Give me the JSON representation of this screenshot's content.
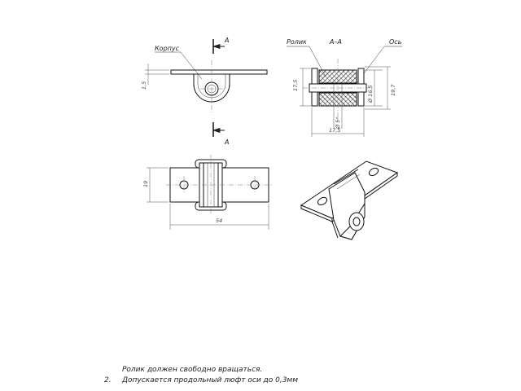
{
  "labels": {
    "korpus": "Корпус",
    "rolik": "Ролик",
    "os": "Ось",
    "section_title": "А–А",
    "cut_a_top": "А",
    "cut_a_bottom": "А"
  },
  "dimensions": {
    "front_height": "1,5",
    "section_height_left": "17,5",
    "section_dia_outer": "Ø 16,5",
    "section_height_right": "19,7",
    "section_dia_axle": "Ø 5*",
    "section_width": "17,5",
    "plan_height": "19",
    "plan_length": "54"
  },
  "notes": [
    {
      "num": "",
      "text": "Ролик должен свободно вращаться."
    },
    {
      "num": "2.",
      "text": "Допускается продольный люфт оси до 0,3мм"
    }
  ]
}
